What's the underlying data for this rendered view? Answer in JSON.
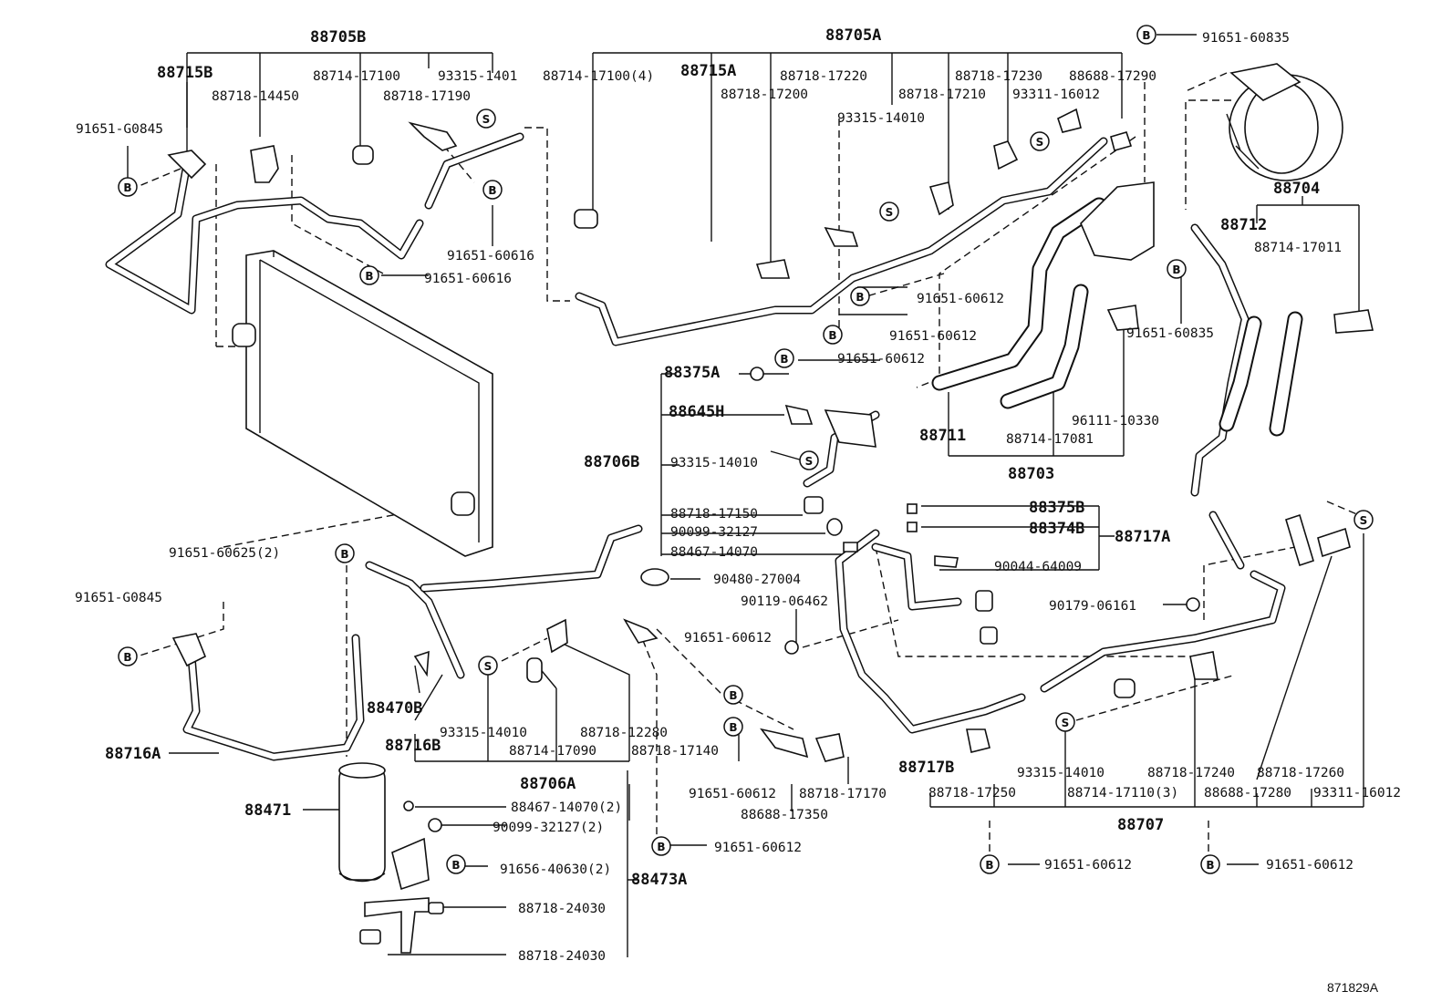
{
  "labels": {
    "l88705B": "88705B",
    "l88705A": "88705A",
    "l88715B": "88715B",
    "l88715A": "88715A",
    "l88714_17100a": "88714-17100",
    "l93315_1401": "93315-1401",
    "l88714_17100_4": "88714-17100(4)",
    "l88718_14450": "88718-14450",
    "l88718_17190": "88718-17190",
    "l91651_G0845a": "91651-G0845",
    "l91651_60616a": "91651-60616",
    "l91651_60616b": "91651-60616",
    "l88718_17220": "88718-17220",
    "l88718_17200": "88718-17200",
    "l88718_17230": "88718-17230",
    "l88688_17290": "88688-17290",
    "l88718_17210": "88718-17210",
    "l93311_16012a": "93311-16012",
    "l93315_14010a": "93315-14010",
    "l91651_60835a": "91651-60835",
    "l88704": "88704",
    "l88712": "88712",
    "l88714_17011": "88714-17011",
    "l91651_60612a": "91651-60612",
    "l91651_60612b": "91651-60612",
    "l91651_60612c": "91651-60612",
    "l91651_60835b": "91651-60835",
    "l88375A": "88375A",
    "l88645H": "88645H",
    "l88706B": "88706B",
    "l93315_14010b": "93315-14010",
    "l88718_17150": "88718-17150",
    "l90099_32127a": "90099-32127",
    "l88467_14070a": "88467-14070",
    "l88711": "88711",
    "l88714_17081": "88714-17081",
    "l96111_10330": "96111-10330",
    "l88703": "88703",
    "l88375B": "88375B",
    "l88374B": "88374B",
    "l88717A": "88717A",
    "l90044_64009": "90044-64009",
    "l90480_27004": "90480-27004",
    "l90119_06462": "90119-06462",
    "l90179_06161": "90179-06161",
    "l91651_60625": "91651-60625(2)",
    "l91651_G0845b": "91651-G0845",
    "l91651_60612d": "91651-60612",
    "l88470B": "88470B",
    "l88716B": "88716B",
    "l88716A": "88716A",
    "l93315_14010c": "93315-14010",
    "l88718_12280": "88718-12280",
    "l88714_17090": "88714-17090",
    "l88718_17140": "88718-17140",
    "l88706A": "88706A",
    "l91651_60612e": "91651-60612",
    "l88718_17170": "88718-17170",
    "l88688_17350": "88688-17350",
    "l88717B": "88717B",
    "l93315_14010d": "93315-14010",
    "l88718_17250": "88718-17250",
    "l88714_17110": "88714-17110(3)",
    "l88718_17240": "88718-17240",
    "l88718_17260": "88718-17260",
    "l88688_17280": "88688-17280",
    "l93311_16012b": "93311-16012",
    "l88707": "88707",
    "l88471": "88471",
    "l88467_14070b": "88467-14070(2)",
    "l90099_32127b": "90099-32127(2)",
    "l91656_40630": "91656-40630(2)",
    "l88473A": "88473A",
    "l88718_24030a": "88718-24030",
    "l88718_24030b": "88718-24030",
    "l91651_60612f": "91651-60612",
    "l91651_60612g": "91651-60612",
    "l91651_60612h": "91651-60612"
  },
  "markers": {
    "bolt": "B",
    "screw": "S"
  },
  "diagram_code": "871829A"
}
